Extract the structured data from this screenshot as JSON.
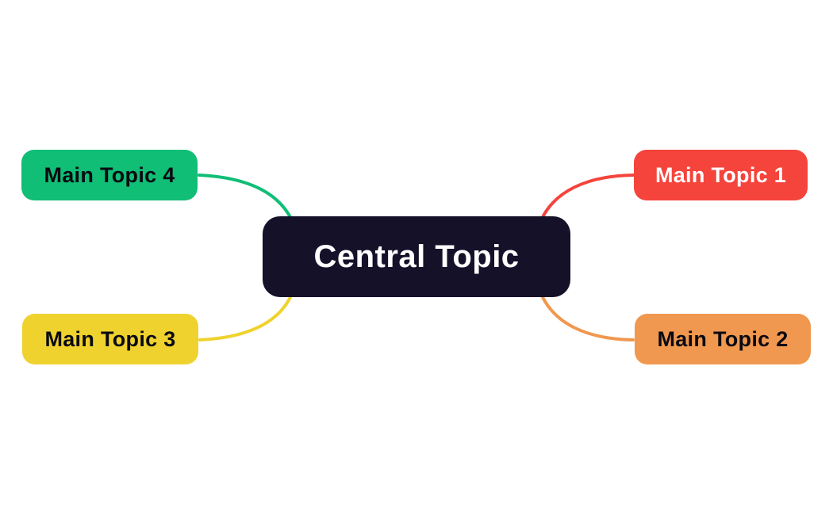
{
  "canvas": {
    "background": "#ffffff"
  },
  "central_node": {
    "label": "Central Topic",
    "fill": "#151129",
    "text_color": "#FFFFFF"
  },
  "topics": [
    {
      "label": "Main Topic 1",
      "fill": "#F4443C",
      "text_color": "#FFFFFF",
      "position": "top-right"
    },
    {
      "label": "Main Topic 2",
      "fill": "#F0984F",
      "text_color": "#0A0A12",
      "position": "bottom-right"
    },
    {
      "label": "Main Topic 3",
      "fill": "#F0D22E",
      "text_color": "#0A0A12",
      "position": "bottom-left"
    },
    {
      "label": "Main Topic 4",
      "fill": "#10BE76",
      "text_color": "#0A0A12",
      "position": "top-left"
    }
  ]
}
